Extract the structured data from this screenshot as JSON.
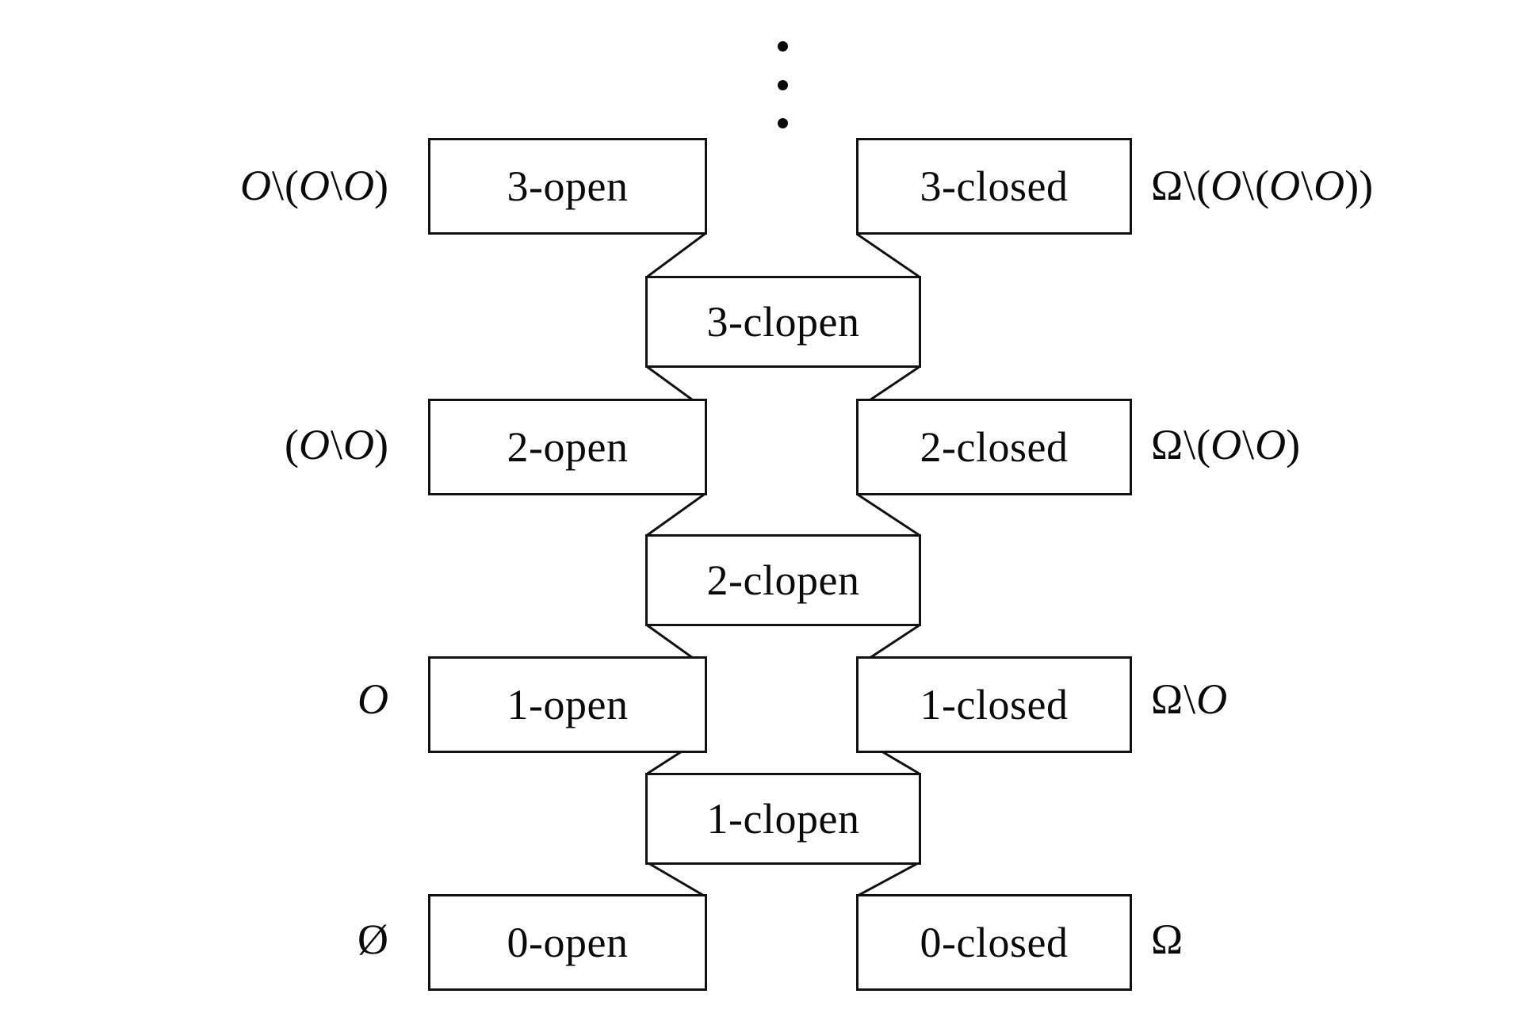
{
  "figure": {
    "type": "hasse-lattice-diagram",
    "title": "",
    "background_color": "#ffffff",
    "stroke_color": "#111111",
    "text_color": "#0a0a0a",
    "continuation_marker": "vertical-ellipsis"
  },
  "columns": {
    "open_label": "open",
    "closed_label": "closed",
    "clopen_label": "clopen"
  },
  "nodes": {
    "open": [
      {
        "level": 3,
        "label": "3-open"
      },
      {
        "level": 2,
        "label": "2-open"
      },
      {
        "level": 1,
        "label": "1-open"
      },
      {
        "level": 0,
        "label": "0-open"
      }
    ],
    "closed": [
      {
        "level": 3,
        "label": "3-closed"
      },
      {
        "level": 2,
        "label": "2-closed"
      },
      {
        "level": 1,
        "label": "1-closed"
      },
      {
        "level": 0,
        "label": "0-closed"
      }
    ],
    "clopen": [
      {
        "level": 3,
        "label": "3-clopen"
      },
      {
        "level": 2,
        "label": "2-clopen"
      },
      {
        "level": 1,
        "label": "1-clopen"
      }
    ]
  },
  "side_labels": {
    "left": [
      {
        "level": 3,
        "plain": "O\\(O\\O)"
      },
      {
        "level": 2,
        "plain": "(O\\O)"
      },
      {
        "level": 1,
        "plain": "O"
      },
      {
        "level": 0,
        "plain": "Ø"
      }
    ],
    "right": [
      {
        "level": 3,
        "plain": "Ω\\(O\\(O\\O))"
      },
      {
        "level": 2,
        "plain": "Ω\\(O\\O)"
      },
      {
        "level": 1,
        "plain": "Ω\\O"
      },
      {
        "level": 0,
        "plain": "Ω"
      }
    ]
  },
  "symbols": {
    "omega": "Ω",
    "emptyset": "Ø",
    "setminus": "\\",
    "open_set_var": "O",
    "ellipsis": "⋮"
  },
  "edges": [
    {
      "from": "3-clopen",
      "to": "3-open",
      "corner": "bottom-left-of-open"
    },
    {
      "from": "3-clopen",
      "to": "3-closed",
      "corner": "bottom-right-of-closed"
    },
    {
      "from": "3-clopen",
      "to": "2-open",
      "corner": "top-left-of-open"
    },
    {
      "from": "3-clopen",
      "to": "2-closed",
      "corner": "top-right-of-closed"
    },
    {
      "from": "2-clopen",
      "to": "2-open",
      "corner": "bottom-left-of-open"
    },
    {
      "from": "2-clopen",
      "to": "2-closed",
      "corner": "bottom-right-of-closed"
    },
    {
      "from": "2-clopen",
      "to": "1-open",
      "corner": "top-left-of-open"
    },
    {
      "from": "2-clopen",
      "to": "1-closed",
      "corner": "top-right-of-closed"
    },
    {
      "from": "1-clopen",
      "to": "1-open",
      "corner": "bottom-left-of-open"
    },
    {
      "from": "1-clopen",
      "to": "1-closed",
      "corner": "bottom-right-of-closed"
    },
    {
      "from": "1-clopen",
      "to": "0-open",
      "corner": "top-left-of-open"
    },
    {
      "from": "1-clopen",
      "to": "0-closed",
      "corner": "top-right-of-closed"
    }
  ]
}
